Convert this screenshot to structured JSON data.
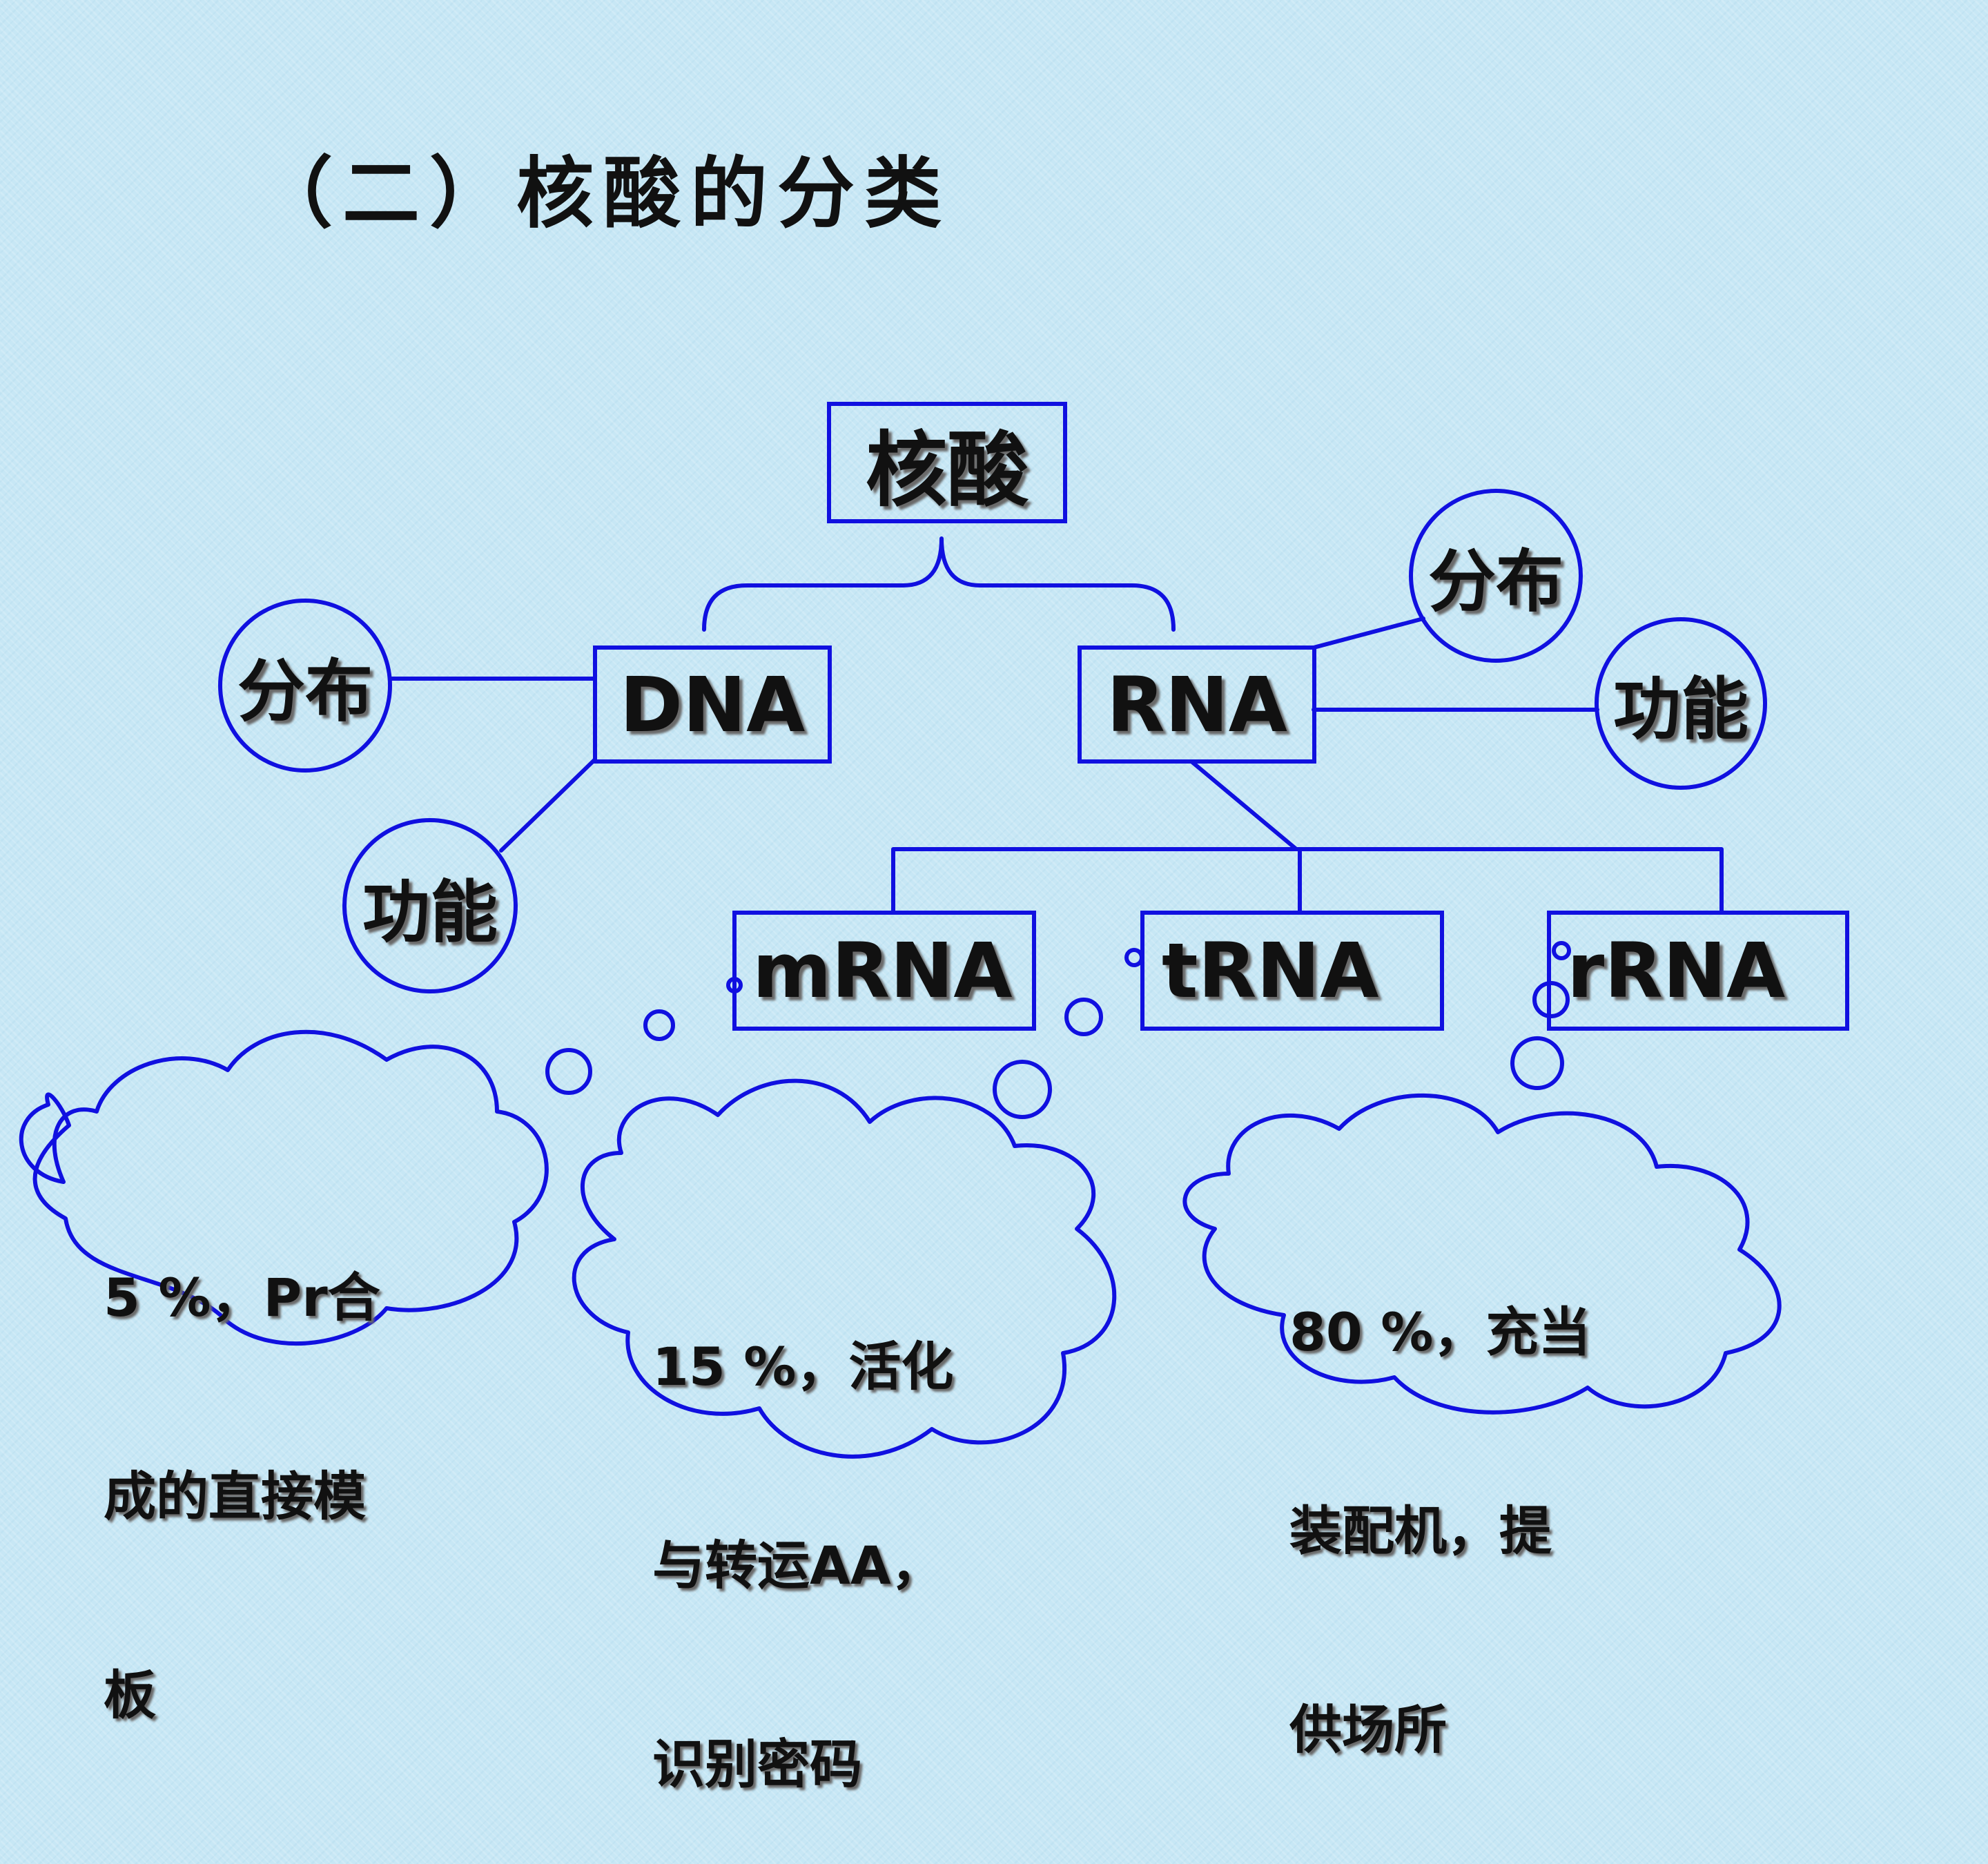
{
  "title": "（二）核酸的分类",
  "nodes": {
    "root": "核酸",
    "dna": "DNA",
    "rna": "RNA",
    "mrna": "mRNA",
    "trna": "tRNA",
    "rrna": "rRNA",
    "dna_distribution": "分布",
    "dna_function": "功能",
    "rna_distribution": "分布",
    "rna_function": "功能"
  },
  "clouds": {
    "mrna": [
      "5 %，Pr合",
      "成的直接模",
      "板"
    ],
    "trna": [
      "15 %，活化",
      "与转运AA，",
      "识别密码"
    ],
    "rrna": [
      "80 %，充当",
      "装配机，提",
      "供场所"
    ]
  },
  "colors": {
    "line": "#1010e0",
    "background": "#c7e7f5"
  }
}
